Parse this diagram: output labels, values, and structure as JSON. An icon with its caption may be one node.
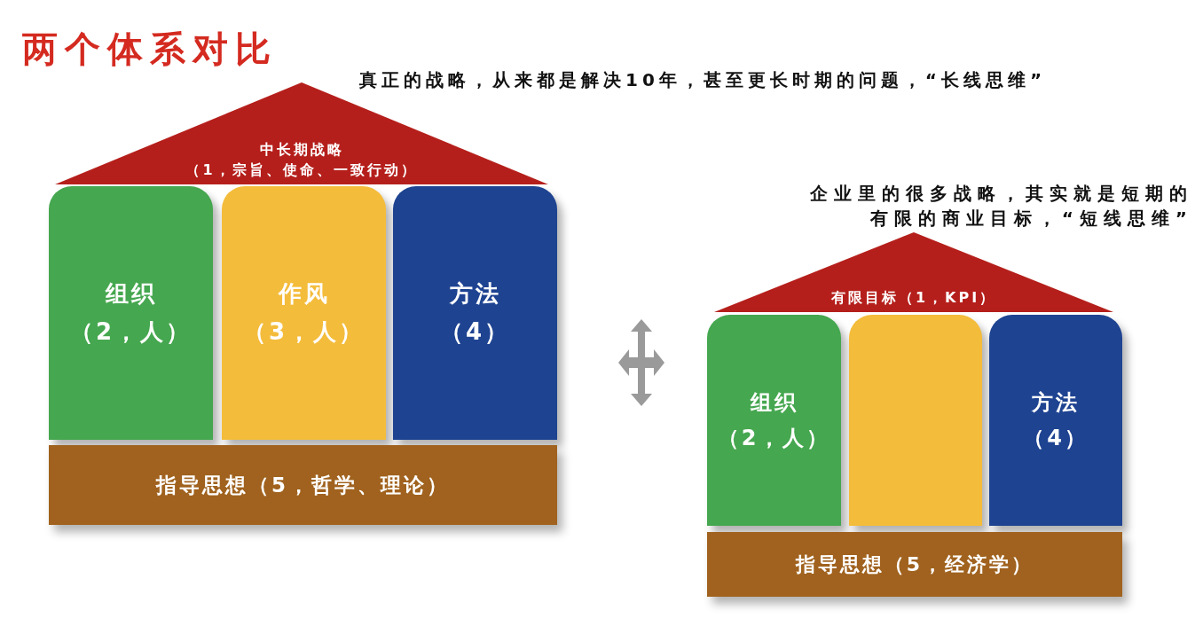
{
  "diagram": {
    "title": "两个体系对比",
    "nodes": [
      {
        "text": [
          "中长期战略",
          "（1，宗旨、使命、一致行动）"
        ]
      },
      {
        "text": [
          "组织",
          "（2，人）"
        ]
      },
      {
        "text": [
          "作风",
          "（3，人）"
        ]
      },
      {
        "text": [
          "方法",
          "（4）"
        ]
      },
      {
        "text": [
          "指导思想（5，哲学、理论）"
        ]
      },
      {
        "text": [
          "有限目标（1，KPI）"
        ]
      },
      {
        "text": [
          "组织",
          "（2，人）"
        ]
      },
      {
        "text": [],
        "shape": "box"
      },
      {
        "text": [
          "方法",
          "（4）"
        ]
      },
      {
        "text": [
          "指导思想（5，经济学）"
        ]
      }
    ],
    "edges": [],
    "labels": [
      "真正的战略，从来都是解决10年，甚至更长时期的问题，“长线思维”",
      "企业里的很多战略，其实就是短期的有限的商业目标，“短线思维”"
    ]
  }
}
